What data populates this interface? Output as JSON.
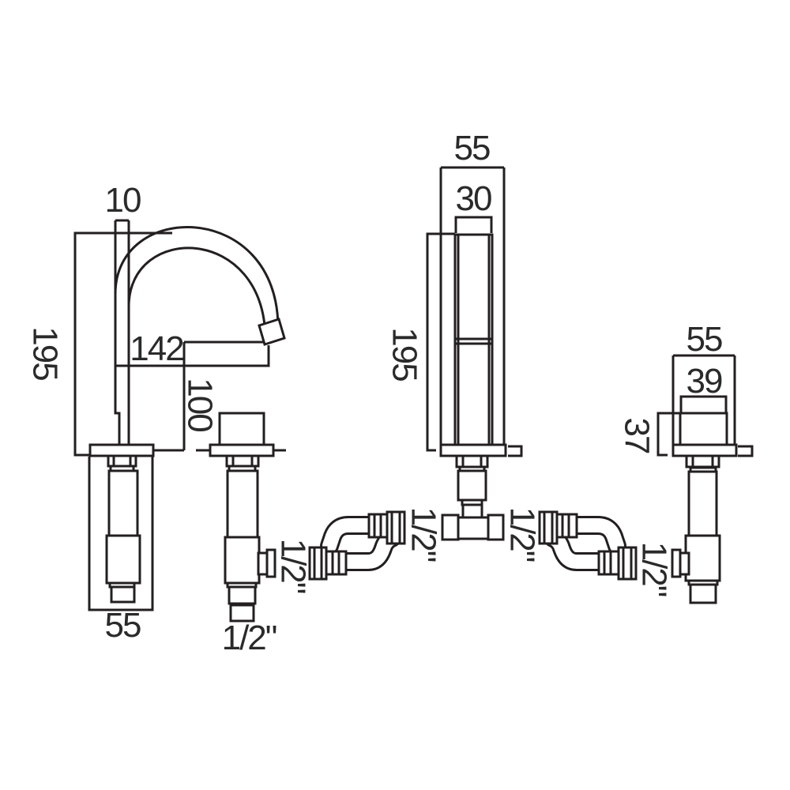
{
  "meta": {
    "description": "Technical dimension drawing of a deck-mounted basin mixer tap: gooseneck spout, lever column, square valve handle, tee piece and flexible inlet hoses",
    "background": "#ffffff",
    "line_color": "#231f20",
    "text_color": "#2a2a2a"
  },
  "spout": {
    "width_dia": "10",
    "height": "195",
    "reach": "142",
    "clearance": "100",
    "base_width": "55"
  },
  "lever": {
    "plate_width": "55",
    "handle_width": "30",
    "height": "195"
  },
  "handle": {
    "plate_width": "55",
    "knob_width": "39",
    "knob_height": "37"
  },
  "connections": {
    "left_valve_bottom": "1/2\"",
    "left_valve_side": "1/2\"",
    "tee_left": "1/2\"",
    "tee_right": "1/2\"",
    "right_valve_side": "1/2\""
  }
}
